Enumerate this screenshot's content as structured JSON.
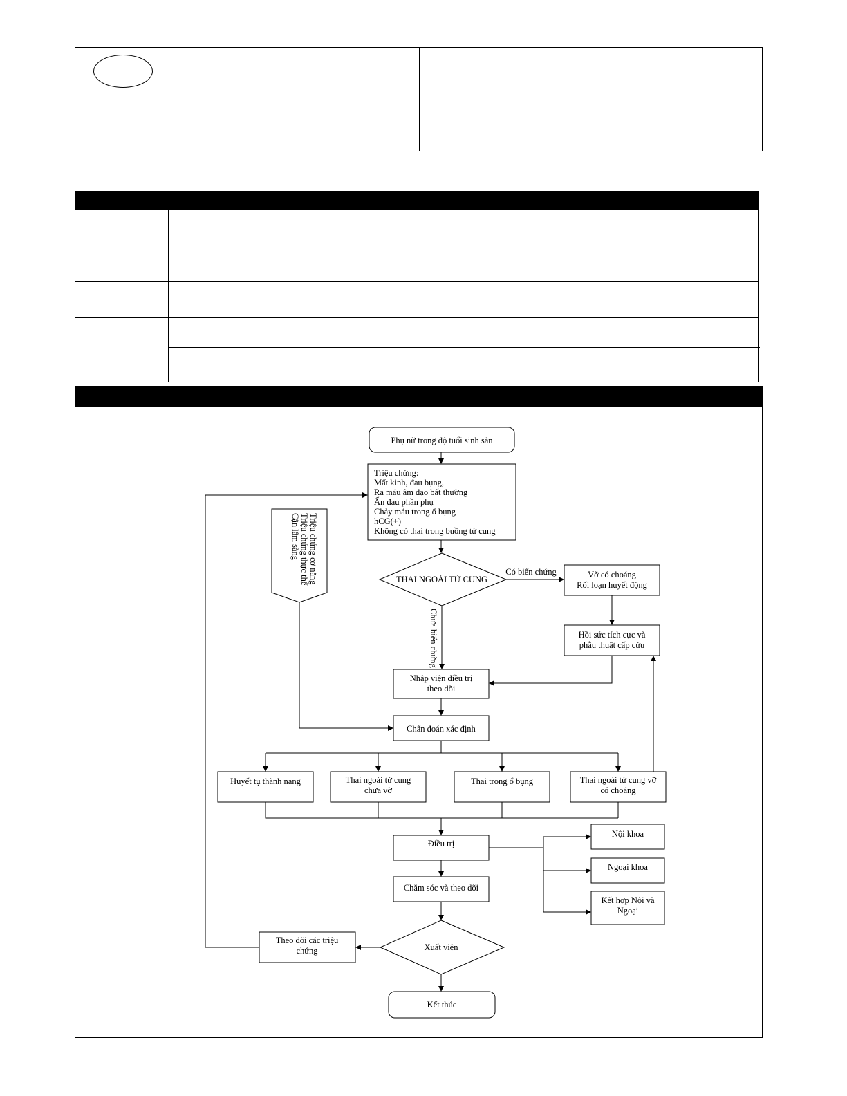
{
  "flowchart": {
    "start": "Phụ nữ trong độ tuổi sinh sản",
    "symptoms": [
      "Triệu chứng:",
      "Mất kinh, đau bụng,",
      "Ra máu âm đạo bất thường",
      "Ấn đau phần phụ",
      "Chảy máu trong ổ bụng",
      "hCG(+)",
      "Không có thai trong buồng tử cung"
    ],
    "criteria": [
      "Triệu chứng cơ năng",
      "Triệu chứng thực thể",
      "Cận lâm sàng"
    ],
    "decision": "THAI NGOÀI TỬ CUNG",
    "edge_complicated": "Có biến chứng",
    "edge_uncomplicated": "Chưa biến chứng",
    "complicated": [
      "Vỡ có choáng",
      "Rối loạn huyết động"
    ],
    "resuscitation": [
      "Hồi sức tích cực và",
      "phẫu thuật cấp cứu"
    ],
    "admit": [
      "Nhập viện điều trị",
      "theo dõi"
    ],
    "diagnosis": "Chẩn đoán xác định",
    "types": [
      [
        "Huyết tụ thành nang"
      ],
      [
        "Thai ngoài tử cung",
        "chưa vỡ"
      ],
      [
        "Thai trong ổ bụng"
      ],
      [
        "Thai ngoài tử cung vỡ",
        "có choáng"
      ]
    ],
    "treatment": "Điều trị",
    "treatment_options": [
      [
        "Nội khoa"
      ],
      [
        "Ngoại khoa"
      ],
      [
        "Kết hợp Nội và",
        "Ngoại"
      ]
    ],
    "care": "Chăm sóc và theo dõi",
    "discharge": "Xuất viện",
    "follow_up": [
      "Theo dõi các triệu",
      "chứng"
    ],
    "end": "Kết thúc"
  }
}
